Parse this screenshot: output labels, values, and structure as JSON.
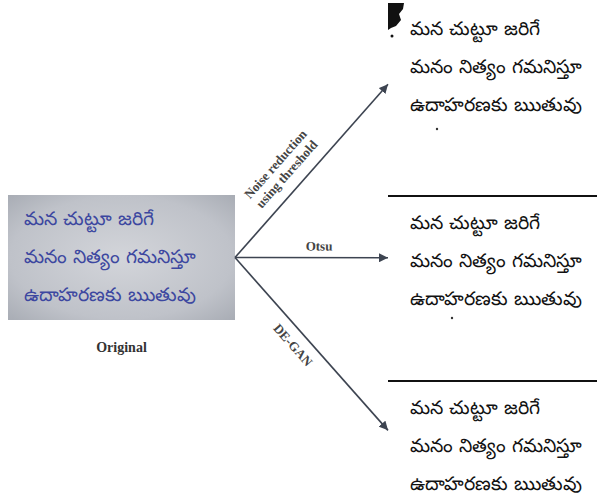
{
  "diagram": {
    "nodes": [
      {
        "text": [
          "మన చుట్టూ జరిగే",
          "మనం నిత్యం గమనిస్తూ",
          "ఉదాహరణకు ఋతువు",
          "Original"
        ]
      },
      {
        "text": [
          "మన చుట్టూ జరిగే",
          "మనం నిత్యం గమనిస్తూ",
          "ఉదాహరణకు ఋతువు"
        ]
      },
      {
        "text": [
          "మన చుట్టూ జరిగే",
          "మనం నిత్యం గమనిస్తూ",
          "ఉదాహరణకు ఋతువు"
        ]
      },
      {
        "text": [
          "మన చుట్టూ జరిగే",
          "మనం నిత్యం గమనిస్తూ",
          "ఉదాహరణకు ఋతువు"
        ]
      }
    ],
    "edges": [
      {
        "from": 0,
        "to": 1,
        "arrow": "to",
        "label": "Noise reduction using threshold"
      },
      {
        "from": 0,
        "to": 2,
        "arrow": "to",
        "label": "Otsu"
      },
      {
        "from": 0,
        "to": 3,
        "arrow": "to",
        "label": "DE-GAN"
      }
    ]
  }
}
